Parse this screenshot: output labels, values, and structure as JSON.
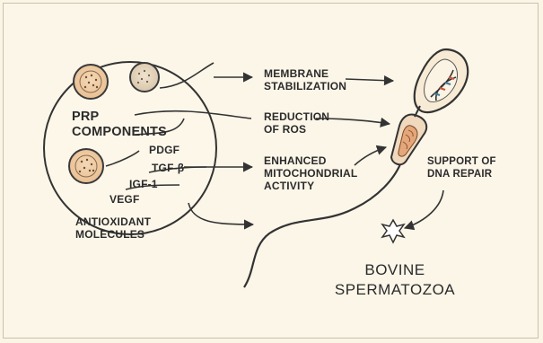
{
  "prp": {
    "line1": "PRP",
    "line2": "COMPONENTS"
  },
  "growth_factors": [
    "PDGF",
    "TGF-β",
    "IGF-1",
    "VEGF"
  ],
  "antioxidant": {
    "line1": "ANTIOXIDANT",
    "line2": "MOLECULES"
  },
  "effects": [
    {
      "line1": "MEMBRANE",
      "line2": "STABILIZATION"
    },
    {
      "line1": "REDUCTION",
      "line2": "OF ROS"
    },
    {
      "line1": "ENHANCED",
      "line2": "MITOCHONDRIAL",
      "line3": "ACTIVITY"
    }
  ],
  "dna_repair": {
    "line1": "SUPPORT OF",
    "line2": "DNA REPAIR"
  },
  "target": {
    "line1": "BOVINE",
    "line2": "SPERMATOZOA"
  }
}
